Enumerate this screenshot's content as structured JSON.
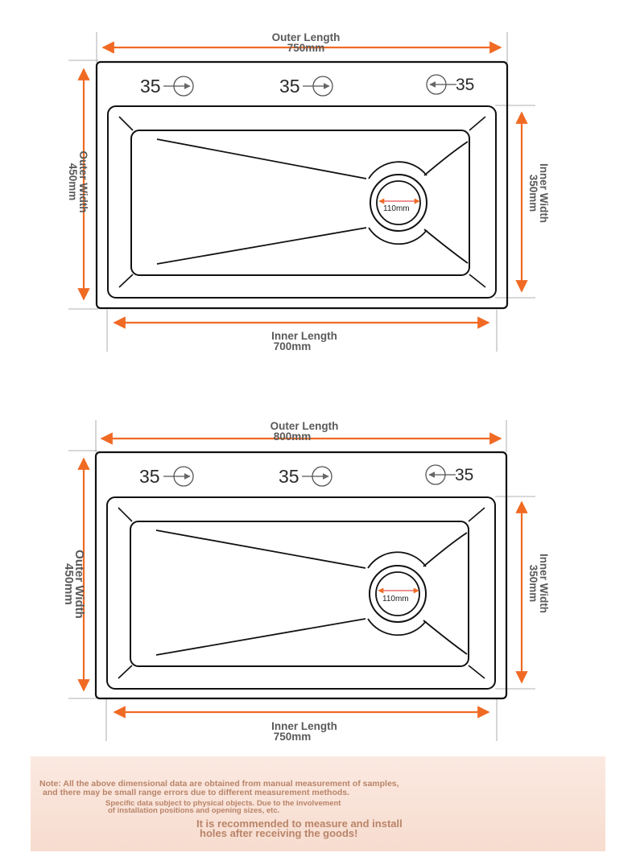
{
  "diagrams": [
    {
      "outer_length_label": "Outer Length",
      "outer_length_value": "750mm",
      "outer_width_label": "Outer Width",
      "outer_width_value": "450mm",
      "inner_width_label": "Inner Width",
      "inner_width_value": "350mm",
      "inner_length_label": "Inner Length",
      "inner_length_value": "700mm",
      "hole_left": "35",
      "hole_mid": "35",
      "hole_right": "35",
      "drain": "110mm"
    },
    {
      "outer_length_label": "Outer Length",
      "outer_length_value": "800mm",
      "outer_width_label": "Outer Width",
      "outer_width_value": "450mm",
      "inner_width_label": "Inner Width",
      "inner_width_value": "350mm",
      "inner_length_label": "Inner Length",
      "inner_length_value": "750mm",
      "hole_left": "35",
      "hole_mid": "35",
      "hole_right": "35",
      "drain": "110mm"
    }
  ],
  "note": {
    "line1": "Note: All the above dimensional data are obtained from manual measurement of samples,",
    "line2": "and there may be small range errors due to different measurement methods.",
    "line3": "Specific data subject to physical objects. Due to the involvement",
    "line4": "of installation positions and opening sizes, etc.",
    "line5": "It is recommended to measure and install",
    "line6": "holes after receiving the goods!"
  },
  "colors": {
    "arrow": "#f06a24",
    "outline": "#111111",
    "label": "#5a5a5a",
    "note_text": "#b98468"
  }
}
